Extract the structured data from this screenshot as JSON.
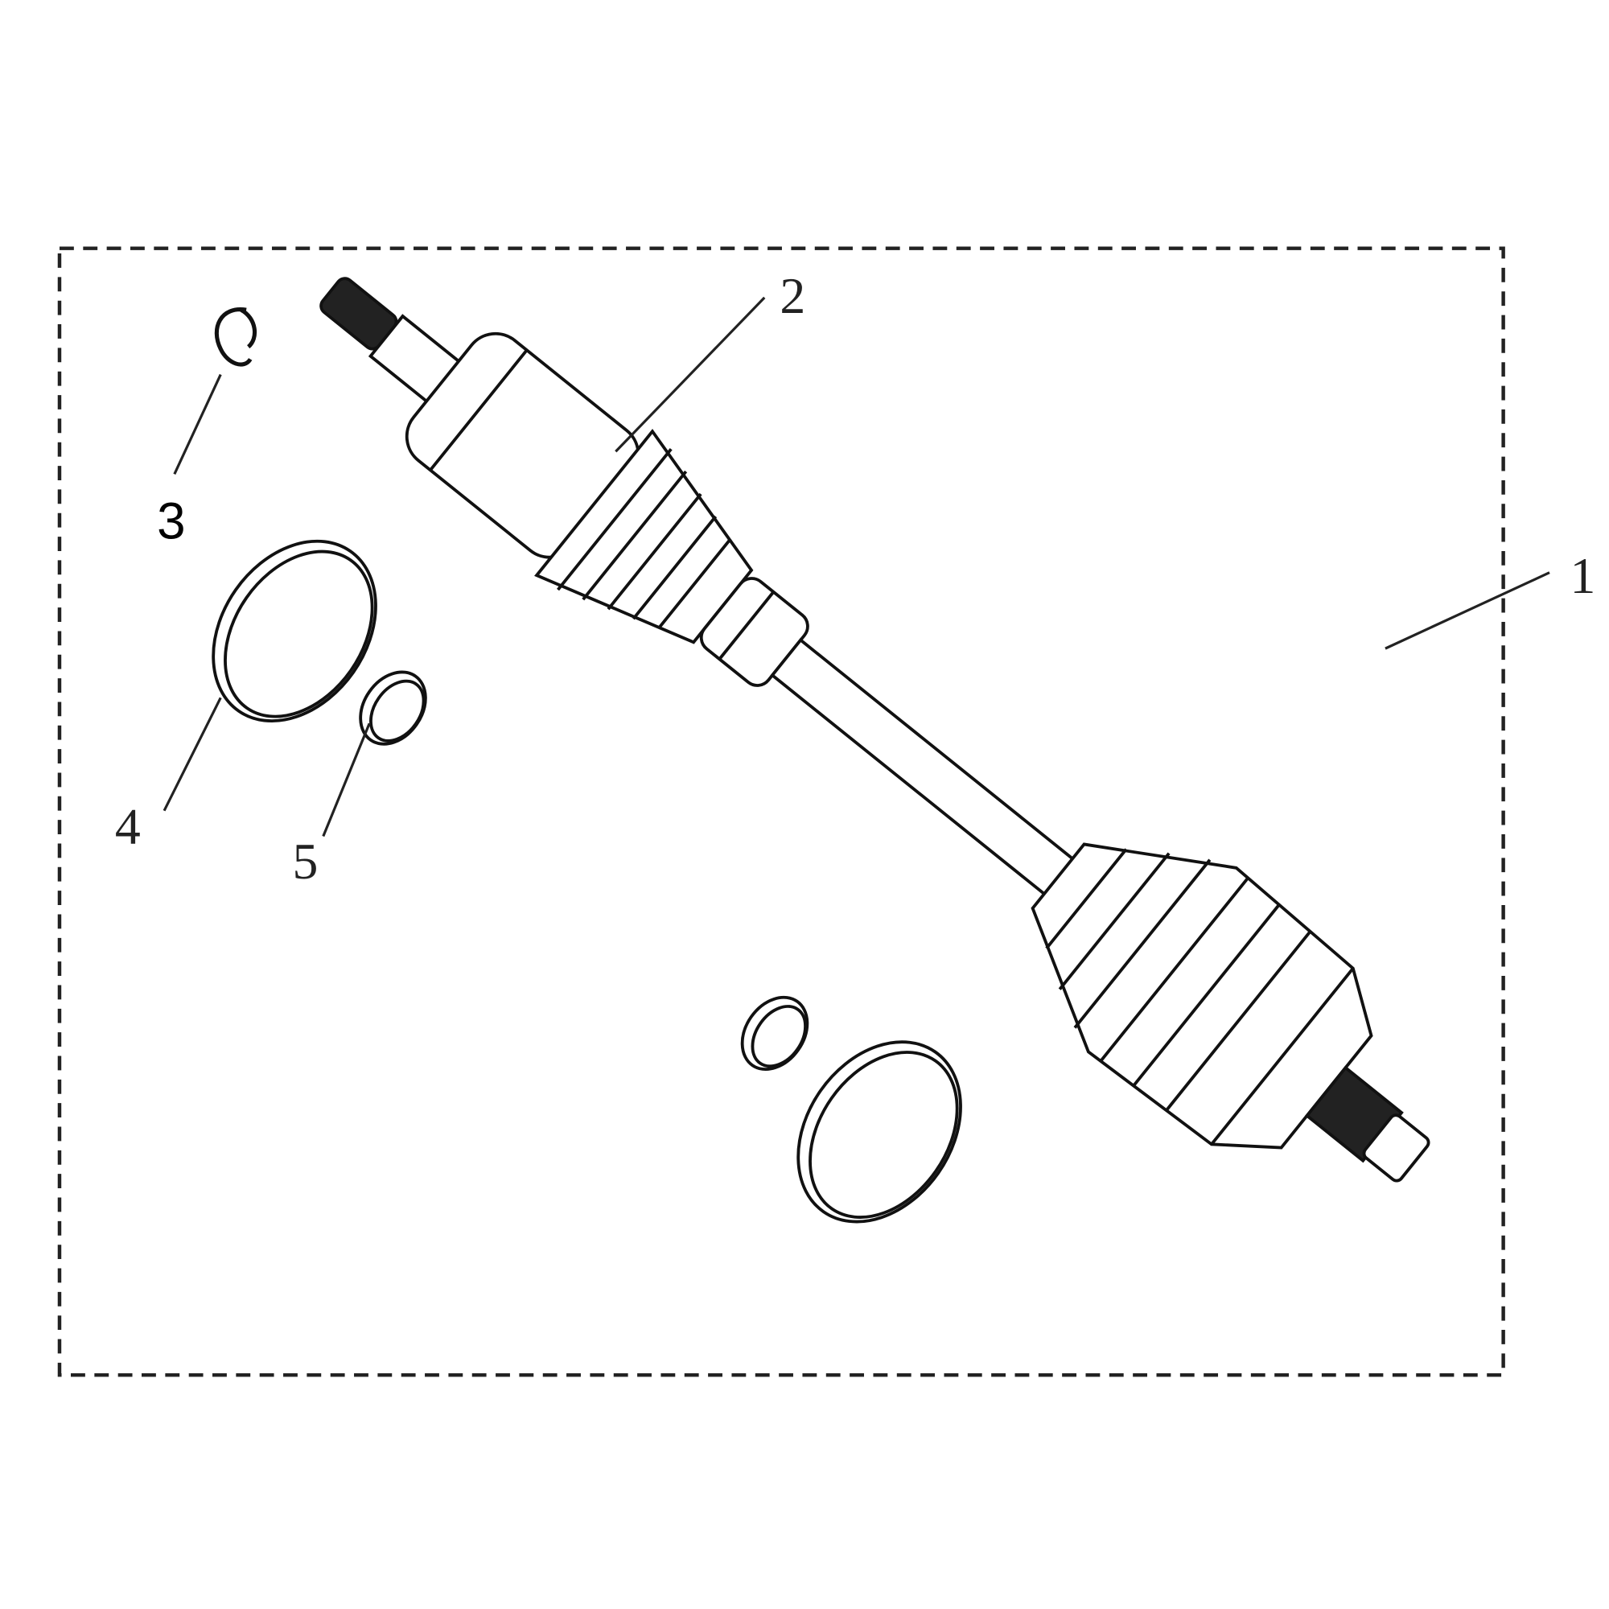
{
  "diagram": {
    "callouts": [
      {
        "id": "1",
        "text": "1"
      },
      {
        "id": "2",
        "text": "2"
      },
      {
        "id": "3",
        "text": "3"
      },
      {
        "id": "4",
        "text": "4"
      },
      {
        "id": "5",
        "text": "5"
      }
    ],
    "colors": {
      "line": "#111111",
      "background": "#ffffff",
      "frame": "#222222"
    }
  }
}
